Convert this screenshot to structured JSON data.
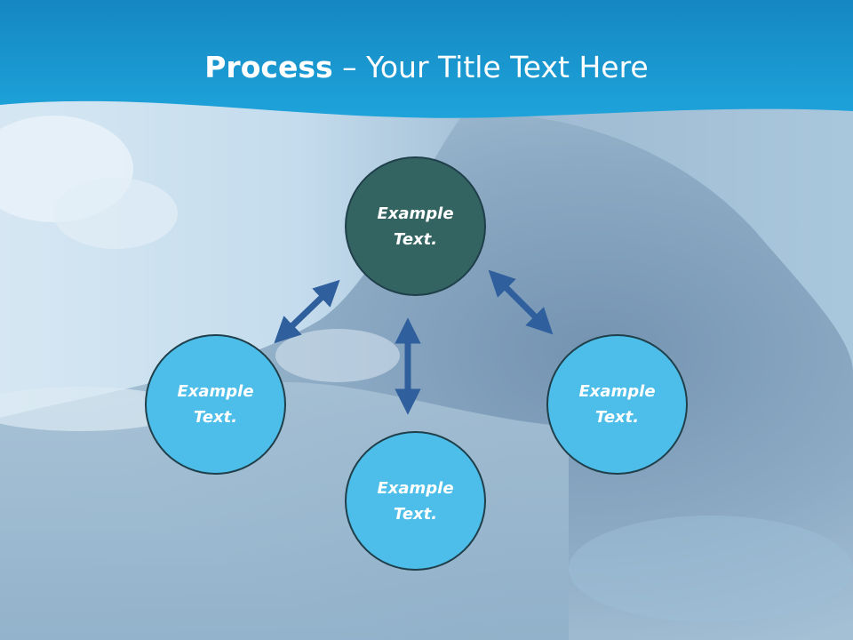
{
  "slide": {
    "title_bold": "Process",
    "title_rest": " – Your Title Text Here"
  },
  "diagram": {
    "nodes": [
      {
        "id": "top",
        "text": "Example Text."
      },
      {
        "id": "left",
        "text": "Example Text."
      },
      {
        "id": "bottom",
        "text": "Example Text."
      },
      {
        "id": "right",
        "text": "Example Text."
      }
    ],
    "connectors": [
      {
        "from": "top",
        "to": "left",
        "type": "bidirectional-arrow"
      },
      {
        "from": "top",
        "to": "bottom",
        "type": "bidirectional-arrow"
      },
      {
        "from": "top",
        "to": "right",
        "type": "bidirectional-arrow"
      }
    ]
  },
  "colors": {
    "header_band": "#1b9ad2",
    "node_dark": "#336462",
    "node_light": "#4dbde9",
    "node_border": "#1f3f4a",
    "arrow": "#2f5f9c"
  }
}
